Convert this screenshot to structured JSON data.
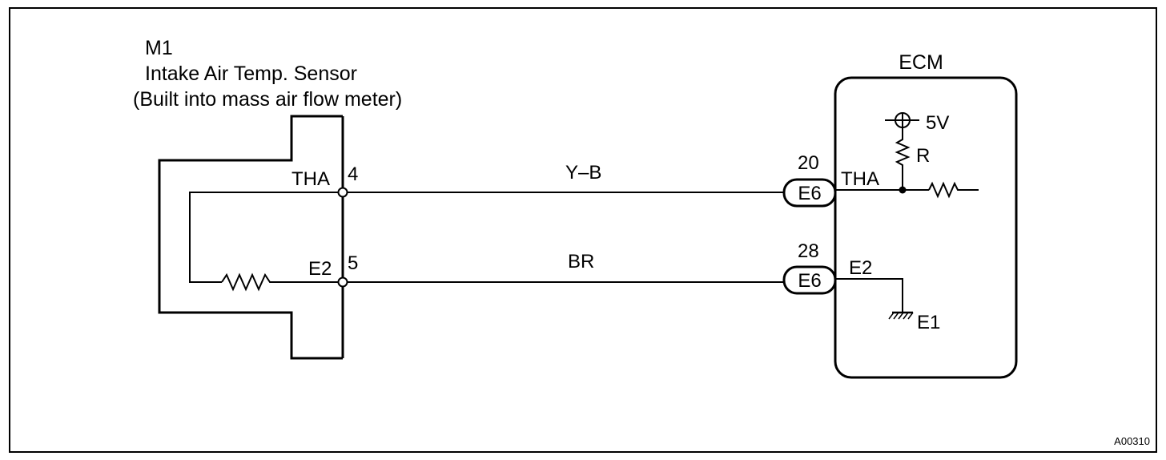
{
  "sensor": {
    "code": "M1",
    "name": "Intake Air Temp. Sensor",
    "note": "(Built into mass air flow meter)",
    "pins": [
      {
        "signal": "THA",
        "number": "4"
      },
      {
        "signal": "E2",
        "number": "5"
      }
    ]
  },
  "wires": [
    {
      "color": "Y–B"
    },
    {
      "color": "BR"
    }
  ],
  "connectors": [
    {
      "code": "E6",
      "pin": "20"
    },
    {
      "code": "E6",
      "pin": "28"
    }
  ],
  "ecm": {
    "title": "ECM",
    "supply": "5V",
    "resistor": "R",
    "signal": "THA",
    "ground_in": "E2",
    "ground_out": "E1"
  },
  "figure_id": "A00310"
}
